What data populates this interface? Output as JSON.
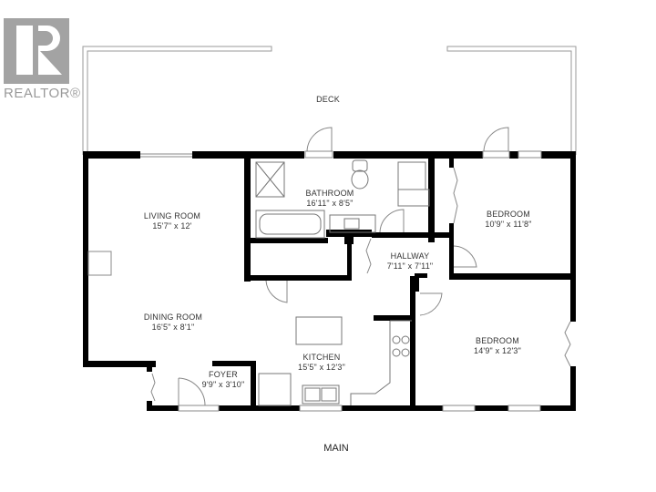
{
  "watermark": {
    "brand": "REALTOR®",
    "icon": "realtor-r-logo-icon"
  },
  "floor_name": "MAIN",
  "outdoor": [
    {
      "name": "DECK"
    }
  ],
  "rooms": [
    {
      "name": "BATHROOM",
      "dims": "16'11\" x 8'5\""
    },
    {
      "name": "BEDROOM",
      "dims": "10'9\" x 11'8\""
    },
    {
      "name": "LIVING ROOM",
      "dims": "15'7\" x 12'"
    },
    {
      "name": "HALLWAY",
      "dims": "7'11\" x 7'11\""
    },
    {
      "name": "DINING ROOM",
      "dims": "16'5\" x 8'1\""
    },
    {
      "name": "BEDROOM",
      "dims": "14'9\" x 12'3\""
    },
    {
      "name": "KITCHEN",
      "dims": "15'5\" x 12'3\""
    },
    {
      "name": "FOYER",
      "dims": "9'9\" x 3'10\""
    }
  ],
  "colors": {
    "wall": "#000000",
    "thin_line": "#9a9a9a",
    "text": "#333333",
    "logo": "#a3a3a3"
  }
}
